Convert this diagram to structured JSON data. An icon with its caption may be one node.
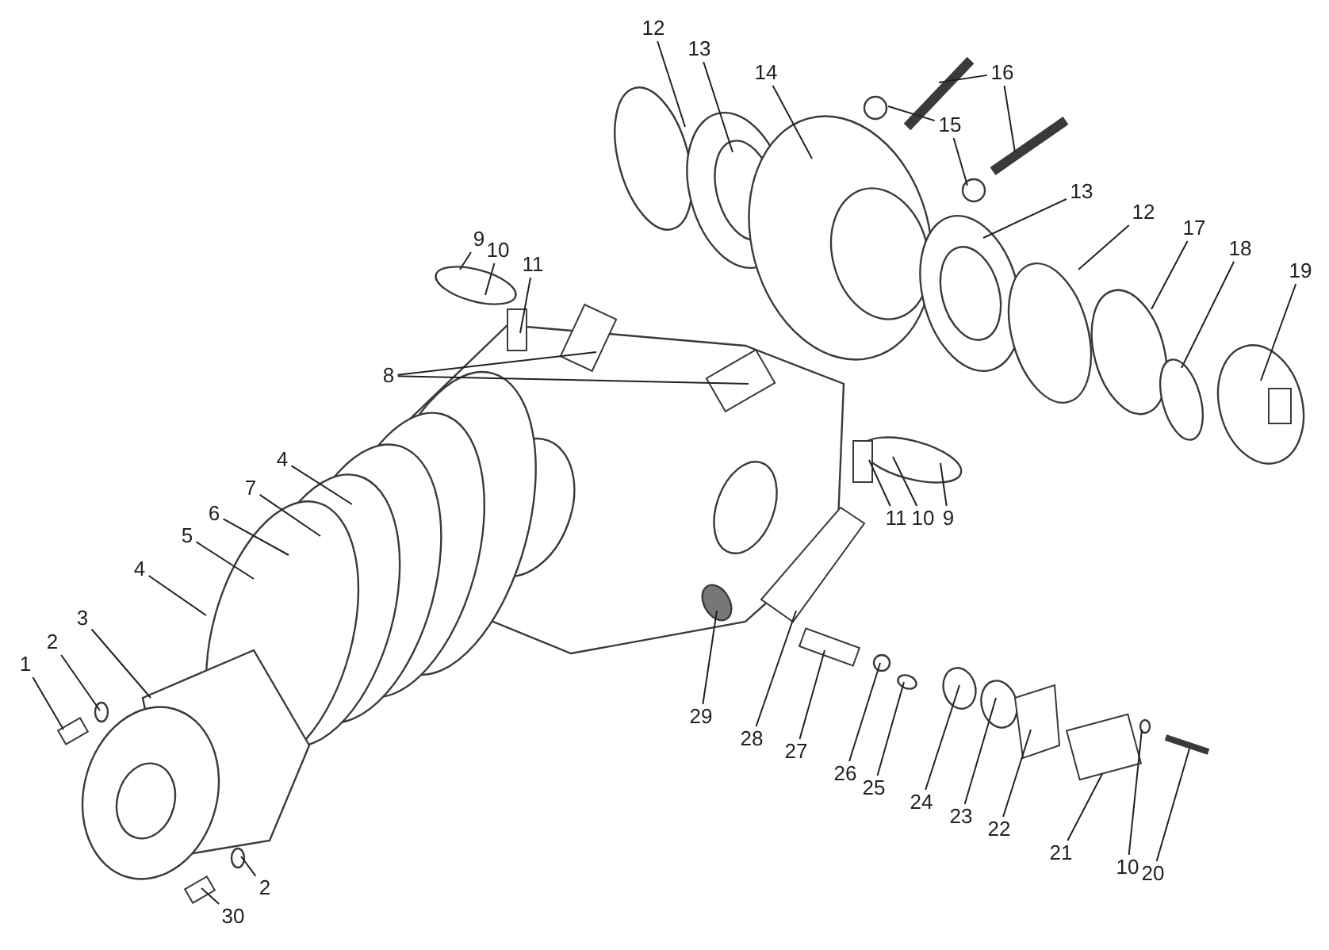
{
  "diagram": {
    "nodes": [
      {
        "text": [
          "12"
        ]
      },
      {
        "text": [
          "13"
        ]
      },
      {
        "text": [
          "14"
        ]
      },
      {
        "text": [
          "16"
        ]
      },
      {
        "text": [
          "15"
        ]
      },
      {
        "text": [
          "9"
        ]
      },
      {
        "text": [
          "10"
        ]
      },
      {
        "text": [
          "11"
        ]
      },
      {
        "text": [
          "13"
        ]
      },
      {
        "text": [
          "12"
        ]
      },
      {
        "text": [
          "17"
        ]
      },
      {
        "text": [
          "18"
        ]
      },
      {
        "text": [
          "19"
        ]
      },
      {
        "text": [
          "8"
        ]
      },
      {
        "text": [
          "11"
        ]
      },
      {
        "text": [
          "10"
        ]
      },
      {
        "text": [
          "9"
        ]
      },
      {
        "text": [
          "4"
        ]
      },
      {
        "text": [
          "7"
        ]
      },
      {
        "text": [
          "6"
        ]
      },
      {
        "text": [
          "5"
        ]
      },
      {
        "text": [
          "4"
        ]
      },
      {
        "text": [
          "3"
        ]
      },
      {
        "text": [
          "2"
        ]
      },
      {
        "text": [
          "1"
        ]
      },
      {
        "text": [
          "29"
        ]
      },
      {
        "text": [
          "28"
        ]
      },
      {
        "text": [
          "27"
        ]
      },
      {
        "text": [
          "26"
        ]
      },
      {
        "text": [
          "25"
        ]
      },
      {
        "text": [
          "24"
        ]
      },
      {
        "text": [
          "23"
        ]
      },
      {
        "text": [
          "22"
        ]
      },
      {
        "text": [
          "21"
        ]
      },
      {
        "text": [
          "10"
        ]
      },
      {
        "text": [
          "20"
        ]
      },
      {
        "text": [
          "2"
        ]
      },
      {
        "text": [
          "30"
        ]
      }
    ],
    "edges": [
      {
        "from": 0,
        "to": null,
        "arrow": "none"
      },
      {
        "from": 1,
        "to": null,
        "arrow": "none"
      },
      {
        "from": 2,
        "to": null,
        "arrow": "none"
      },
      {
        "from": 3,
        "to": null,
        "arrow": "none"
      },
      {
        "from": 3,
        "to": null,
        "arrow": "none"
      },
      {
        "from": 4,
        "to": null,
        "arrow": "none"
      },
      {
        "from": 4,
        "to": null,
        "arrow": "none"
      },
      {
        "from": 5,
        "to": null,
        "arrow": "none"
      },
      {
        "from": 6,
        "to": null,
        "arrow": "none"
      },
      {
        "from": 7,
        "to": null,
        "arrow": "none"
      },
      {
        "from": 8,
        "to": null,
        "arrow": "none"
      },
      {
        "from": 9,
        "to": null,
        "arrow": "none"
      },
      {
        "from": 10,
        "to": null,
        "arrow": "none"
      },
      {
        "from": 11,
        "to": null,
        "arrow": "none"
      },
      {
        "from": 12,
        "to": null,
        "arrow": "none"
      },
      {
        "from": 13,
        "to": null,
        "arrow": "none"
      },
      {
        "from": 13,
        "to": null,
        "arrow": "none"
      },
      {
        "from": 14,
        "to": null,
        "arrow": "none"
      },
      {
        "from": 15,
        "to": null,
        "arrow": "none"
      },
      {
        "from": 16,
        "to": null,
        "arrow": "none"
      },
      {
        "from": 17,
        "to": null,
        "arrow": "none"
      },
      {
        "from": 18,
        "to": null,
        "arrow": "none"
      },
      {
        "from": 19,
        "to": null,
        "arrow": "none"
      },
      {
        "from": 20,
        "to": null,
        "arrow": "none"
      },
      {
        "from": 21,
        "to": null,
        "arrow": "none"
      },
      {
        "from": 22,
        "to": null,
        "arrow": "none"
      },
      {
        "from": 23,
        "to": null,
        "arrow": "none"
      },
      {
        "from": 24,
        "to": null,
        "arrow": "none"
      },
      {
        "from": 25,
        "to": null,
        "arrow": "none"
      },
      {
        "from": 26,
        "to": null,
        "arrow": "none"
      },
      {
        "from": 27,
        "to": null,
        "arrow": "none"
      },
      {
        "from": 28,
        "to": null,
        "arrow": "none"
      },
      {
        "from": 29,
        "to": null,
        "arrow": "none"
      },
      {
        "from": 30,
        "to": null,
        "arrow": "none"
      },
      {
        "from": 31,
        "to": null,
        "arrow": "none"
      },
      {
        "from": 32,
        "to": null,
        "arrow": "none"
      },
      {
        "from": 33,
        "to": null,
        "arrow": "none"
      },
      {
        "from": 34,
        "to": null,
        "arrow": "none"
      },
      {
        "from": 35,
        "to": null,
        "arrow": "none"
      },
      {
        "from": 36,
        "to": null,
        "arrow": "none"
      },
      {
        "from": 37,
        "to": null,
        "arrow": "none"
      }
    ]
  }
}
